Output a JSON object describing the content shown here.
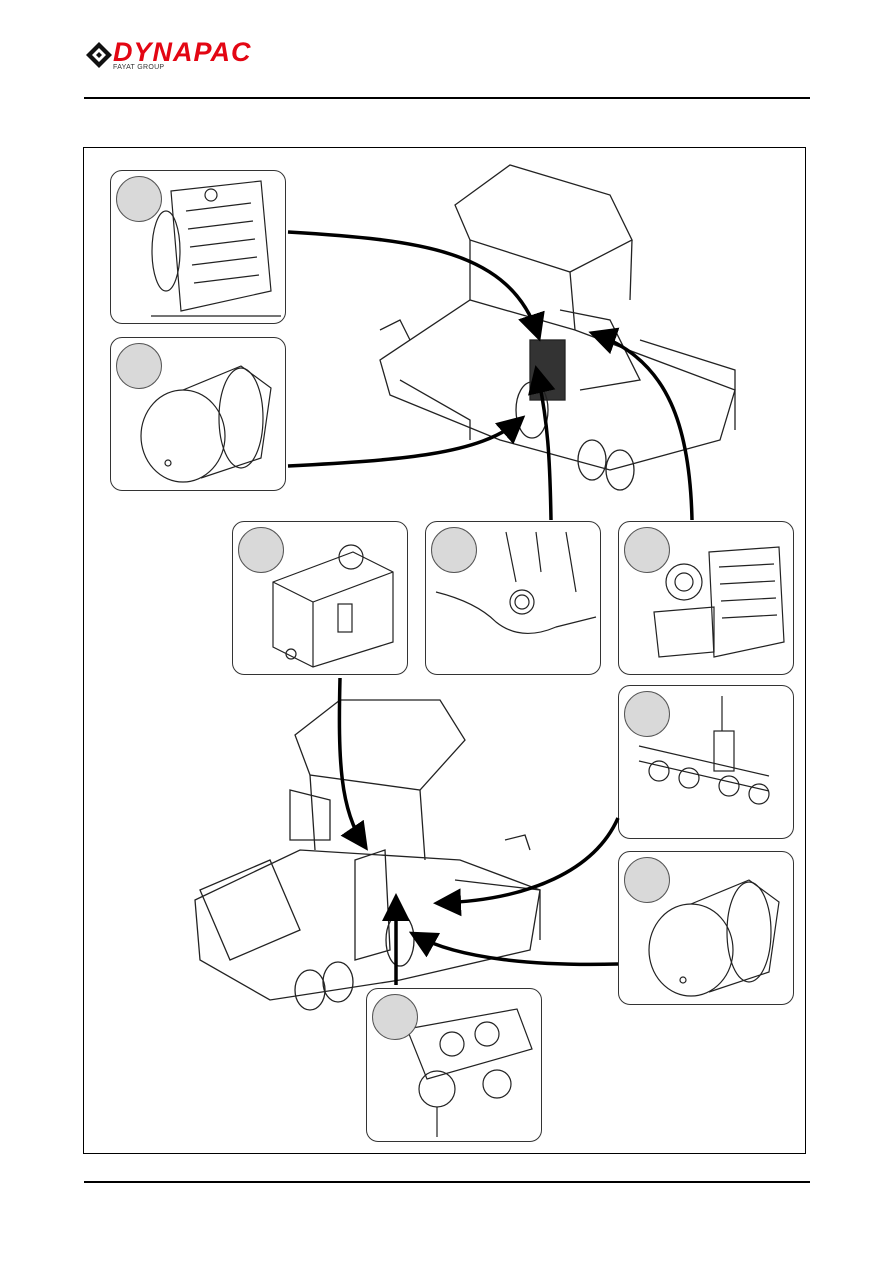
{
  "header": {
    "brand": "DYNAPAC",
    "tagline": "FAYAT GROUP",
    "brand_color": "#e30613"
  },
  "figure": {
    "callout_badges": [
      "",
      "",
      "",
      "",
      "",
      "",
      "",
      "",
      ""
    ],
    "icons": [
      "dynapac-logo-icon",
      "cooling-unit",
      "travel-drive-gearbox",
      "hydraulic-tank",
      "drain-plug",
      "engine-cooler",
      "auger-drive",
      "pump-distributor-gearbox"
    ]
  }
}
